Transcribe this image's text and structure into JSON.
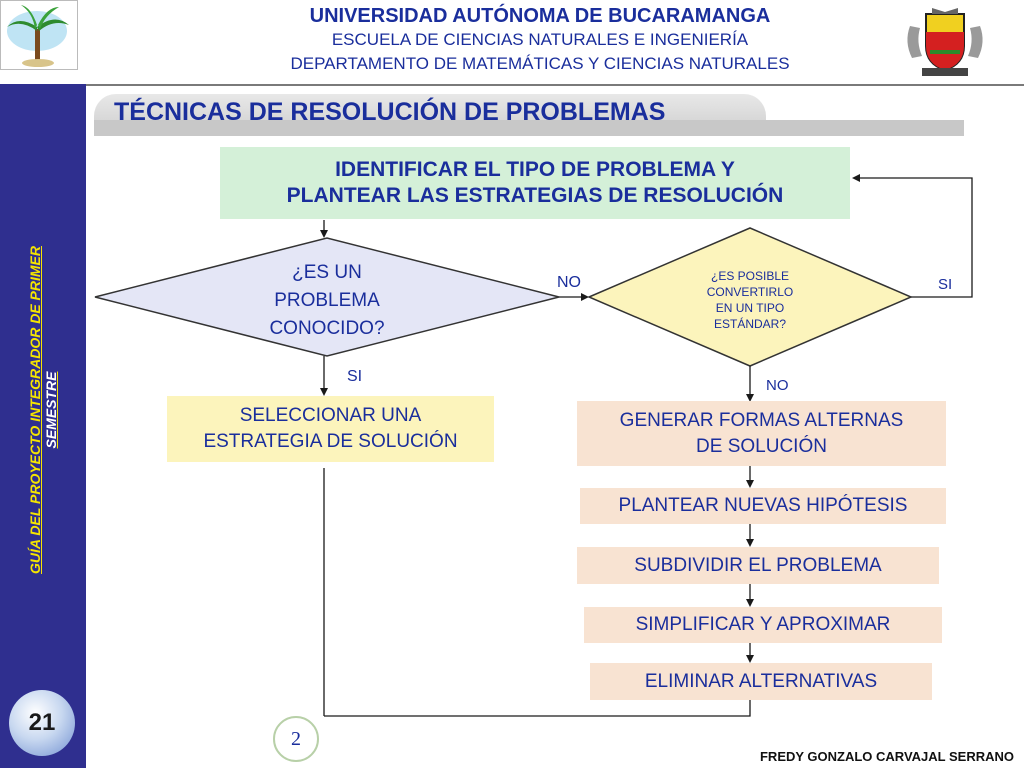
{
  "header": {
    "university": "UNIVERSIDAD AUTÓNOMA DE BUCARAMANGA",
    "school": "ESCUELA DE CIENCIAS NATURALES E INGENIERÍA",
    "department": "DEPARTAMENTO DE MATEMÁTICAS Y CIENCIAS NATURALES"
  },
  "sidebar": {
    "guide_line1": "GUÍA DEL PROYECTO INTEGRADOR DE PRIMER",
    "guide_line2": "SEMESTRE",
    "page_number": "21"
  },
  "title": "TÉCNICAS DE RESOLUCIÓN DE PROBLEMAS",
  "flow": {
    "identify_line1": "IDENTIFICAR EL TIPO DE PROBLEMA Y",
    "identify_line2": "PLANTEAR LAS ESTRATEGIAS DE RESOLUCIÓN",
    "known_line1": "¿ES UN",
    "known_line2": "PROBLEMA",
    "known_line3": "CONOCIDO?",
    "convert_line1": "¿ES POSIBLE",
    "convert_line2": "CONVERTIRLO",
    "convert_line3": "EN UN TIPO",
    "convert_line4": "ESTÁNDAR?",
    "label_no_1": "NO",
    "label_si_1": "SI",
    "label_si_2": "SI",
    "label_no_2": "NO",
    "select_line1": "SELECCIONAR UNA",
    "select_line2": "ESTRATEGIA DE SOLUCIÓN",
    "generate_line1": "GENERAR  FORMAS ALTERNAS",
    "generate_line2": "DE SOLUCIÓN",
    "hypothesis": "PLANTEAR NUEVAS HIPÓTESIS",
    "subdivide": "SUBDIVIDIR  EL  PROBLEMA",
    "simplify": "SIMPLIFICAR Y APROXIMAR",
    "eliminate": "ELIMINAR ALTERNATIVAS",
    "connector": "2"
  },
  "footer": {
    "author": "FREDY GONZALO CARVAJAL SERRANO"
  },
  "colors": {
    "sidebar": "#2f2f8f",
    "text": "#1a2e9c",
    "accent_yellow": "#f5e500",
    "box_green": "#d4f0d8",
    "box_yellow": "#fcf4bc",
    "box_peach": "#f8e3d2",
    "diamond_blue": "#e4e6f6",
    "diamond_yellow": "#fcf4bc"
  }
}
